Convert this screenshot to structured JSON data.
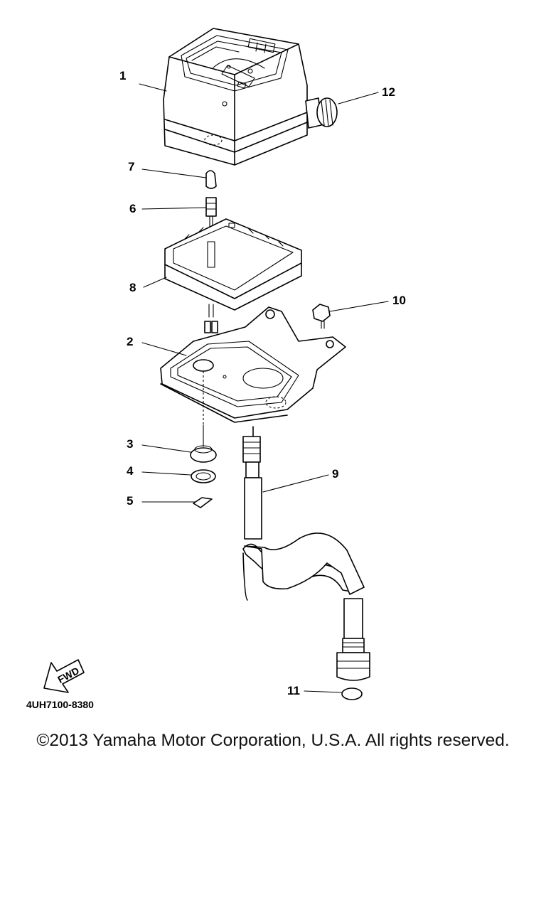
{
  "callouts": [
    {
      "id": "1",
      "label": "1"
    },
    {
      "id": "2",
      "label": "2"
    },
    {
      "id": "3",
      "label": "3"
    },
    {
      "id": "4",
      "label": "4"
    },
    {
      "id": "5",
      "label": "5"
    },
    {
      "id": "6",
      "label": "6"
    },
    {
      "id": "7",
      "label": "7"
    },
    {
      "id": "8",
      "label": "8"
    },
    {
      "id": "9",
      "label": "9"
    },
    {
      "id": "10",
      "label": "10"
    },
    {
      "id": "11",
      "label": "11"
    },
    {
      "id": "12",
      "label": "12"
    }
  ],
  "fwd_label": "FWD",
  "drawing_code": "4UH7100-8380",
  "copyright": "©2013 Yamaha Motor Corporation, U.S.A. All rights reserved."
}
